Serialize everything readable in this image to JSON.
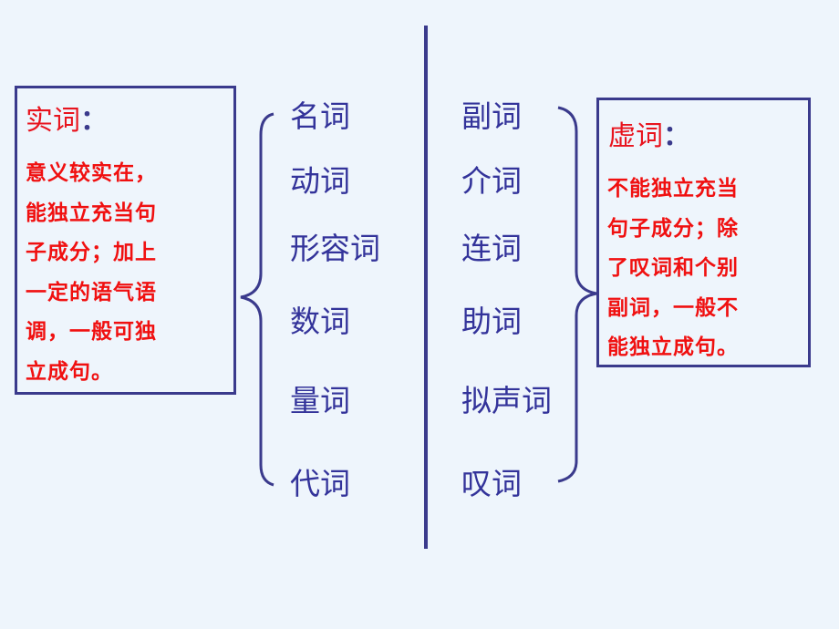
{
  "left_box": {
    "title": "实词",
    "colon": "：",
    "lines": [
      "意义较实在，",
      "能独立充当句",
      "子成分；加上",
      "一定的语气语",
      "调，一般可独",
      "立成句。"
    ]
  },
  "right_box": {
    "title": "虚词",
    "colon": "：",
    "lines": [
      "不能独立充当",
      "句子成分；除",
      "了叹词和个别",
      "副词，一般不",
      "能独立成句。"
    ]
  },
  "content_words": [
    "名词",
    "动词",
    "形容词",
    "数词",
    "量词",
    "代词"
  ],
  "function_words": [
    "副词",
    "介词",
    "连词",
    "助词",
    "拟声词",
    "叹词"
  ],
  "colors": {
    "line": "#3a3a8c",
    "text": "#33339a",
    "accent": "#f01010"
  }
}
